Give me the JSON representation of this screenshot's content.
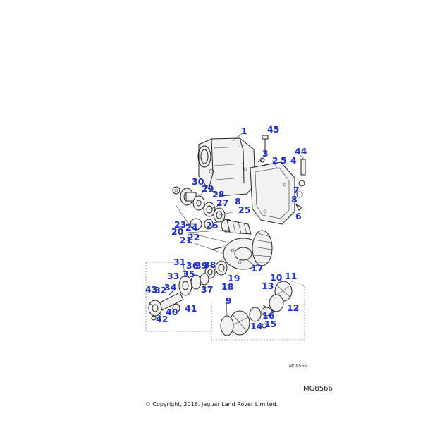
{
  "diagram": {
    "callouts": [
      "1",
      "45",
      "3",
      "2",
      "5",
      "44",
      "4",
      "7",
      "8",
      "6",
      "30",
      "29",
      "28",
      "27",
      "8",
      "25",
      "23",
      "24",
      "26",
      "20",
      "22",
      "21",
      "31",
      "36",
      "39",
      "38",
      "17",
      "33",
      "35",
      "19",
      "10",
      "11",
      "43",
      "32",
      "34",
      "37",
      "18",
      "13",
      "9",
      "12",
      "40",
      "41",
      "16",
      "42",
      "14",
      "15"
    ],
    "colors": {
      "callout": "#1a2fd6",
      "linework": "#222222"
    }
  },
  "footer": {
    "ref_small": "MG8566",
    "ref_main": "MG8566",
    "copyright": "© Copyright, 2016. Jaguar Land Rover Limited."
  }
}
